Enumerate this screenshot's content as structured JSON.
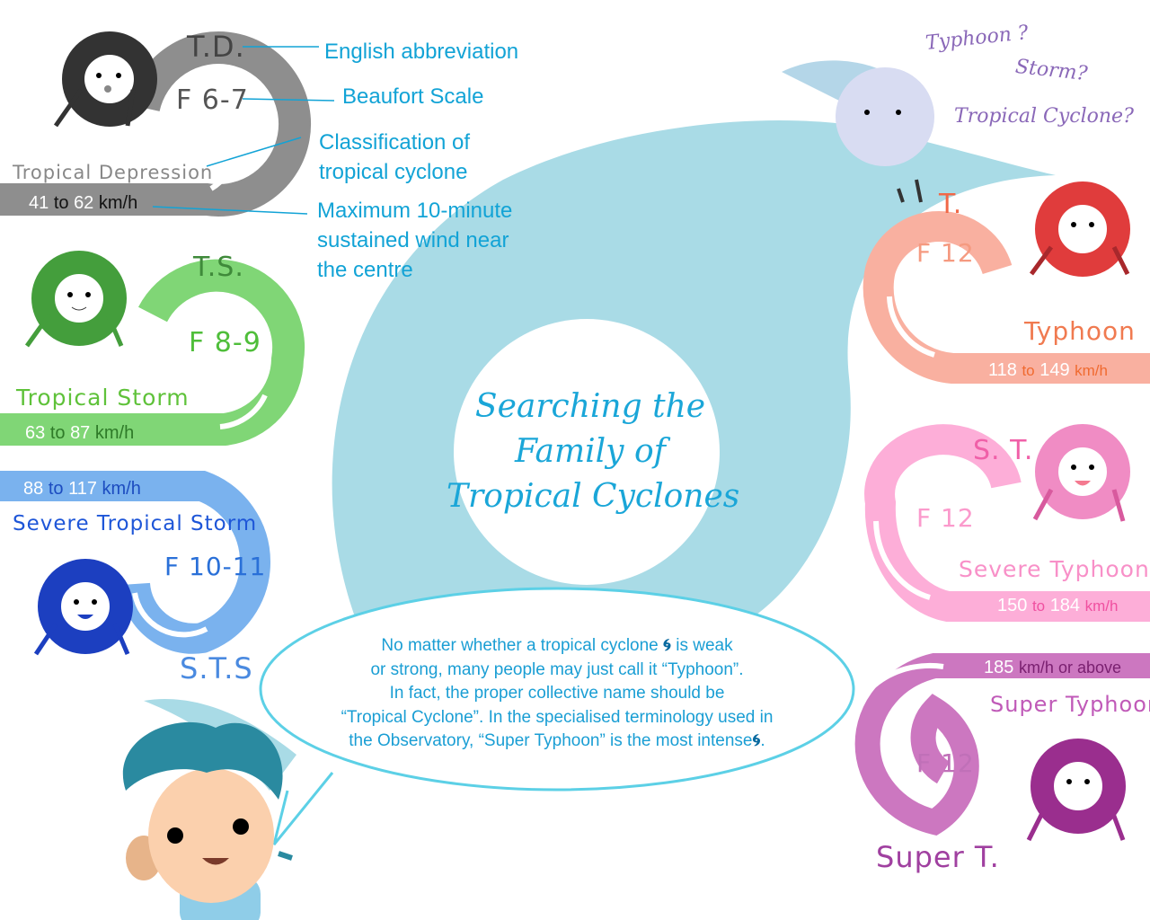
{
  "title": {
    "line1": "Searching the",
    "line2": "Family of",
    "line3": "Tropical Cyclones"
  },
  "legend": {
    "abbr": "English abbreviation",
    "beaufort": "Beaufort Scale",
    "class_l1": "Classification of",
    "class_l2": "tropical cyclone",
    "wind_l1": "Maximum 10-minute",
    "wind_l2": "sustained wind near",
    "wind_l3": "the centre"
  },
  "questions": [
    "Typhoon ?",
    "Storm?",
    "Tropical Cyclone?"
  ],
  "categories": [
    {
      "abbr": "T.D.",
      "beaufort": "F 6-7",
      "name": "Tropical Depression",
      "low": "41",
      "to": "to",
      "high": "62",
      "unit": "km/h",
      "color": "#8e8e8e"
    },
    {
      "abbr": "T.S.",
      "beaufort": "F 8-9",
      "name": "Tropical Storm",
      "low": "63",
      "to": "to",
      "high": "87",
      "unit": "km/h",
      "color": "#80d676"
    },
    {
      "abbr": "S.T.S",
      "beaufort": "F 10-11",
      "name": "Severe Tropical Storm",
      "low": "88",
      "to": "to",
      "high": "117",
      "unit": "km/h",
      "color": "#7ab2ee"
    },
    {
      "abbr": "T.",
      "beaufort": "F 12",
      "name": "Typhoon",
      "low": "118",
      "to": "to",
      "high": "149",
      "unit": "km/h",
      "color": "#f9b0a0"
    },
    {
      "abbr": "S. T.",
      "beaufort": "F 12",
      "name": "Severe Typhoon",
      "low": "150",
      "to": "to",
      "high": "184",
      "unit": "km/h",
      "color": "#fdaed8"
    },
    {
      "abbr": "Super T.",
      "beaufort": "F 12",
      "name": "Super Typhoon",
      "low": "185",
      "to": "",
      "high": "",
      "unit": "km/h or above",
      "color": "#cc77c0"
    }
  ],
  "bubble": {
    "line1a": "No matter whether a tropical cyclone",
    "line1b": "is weak",
    "line2": "or strong, many people may just call it “Typhoon”.",
    "line3": "In fact, the proper collective name should be",
    "line4": "“Tropical Cyclone”. In the specialised terminology used in",
    "line5": "the Observatory, “Super Typhoon” is the most intense",
    "line5end": "."
  }
}
